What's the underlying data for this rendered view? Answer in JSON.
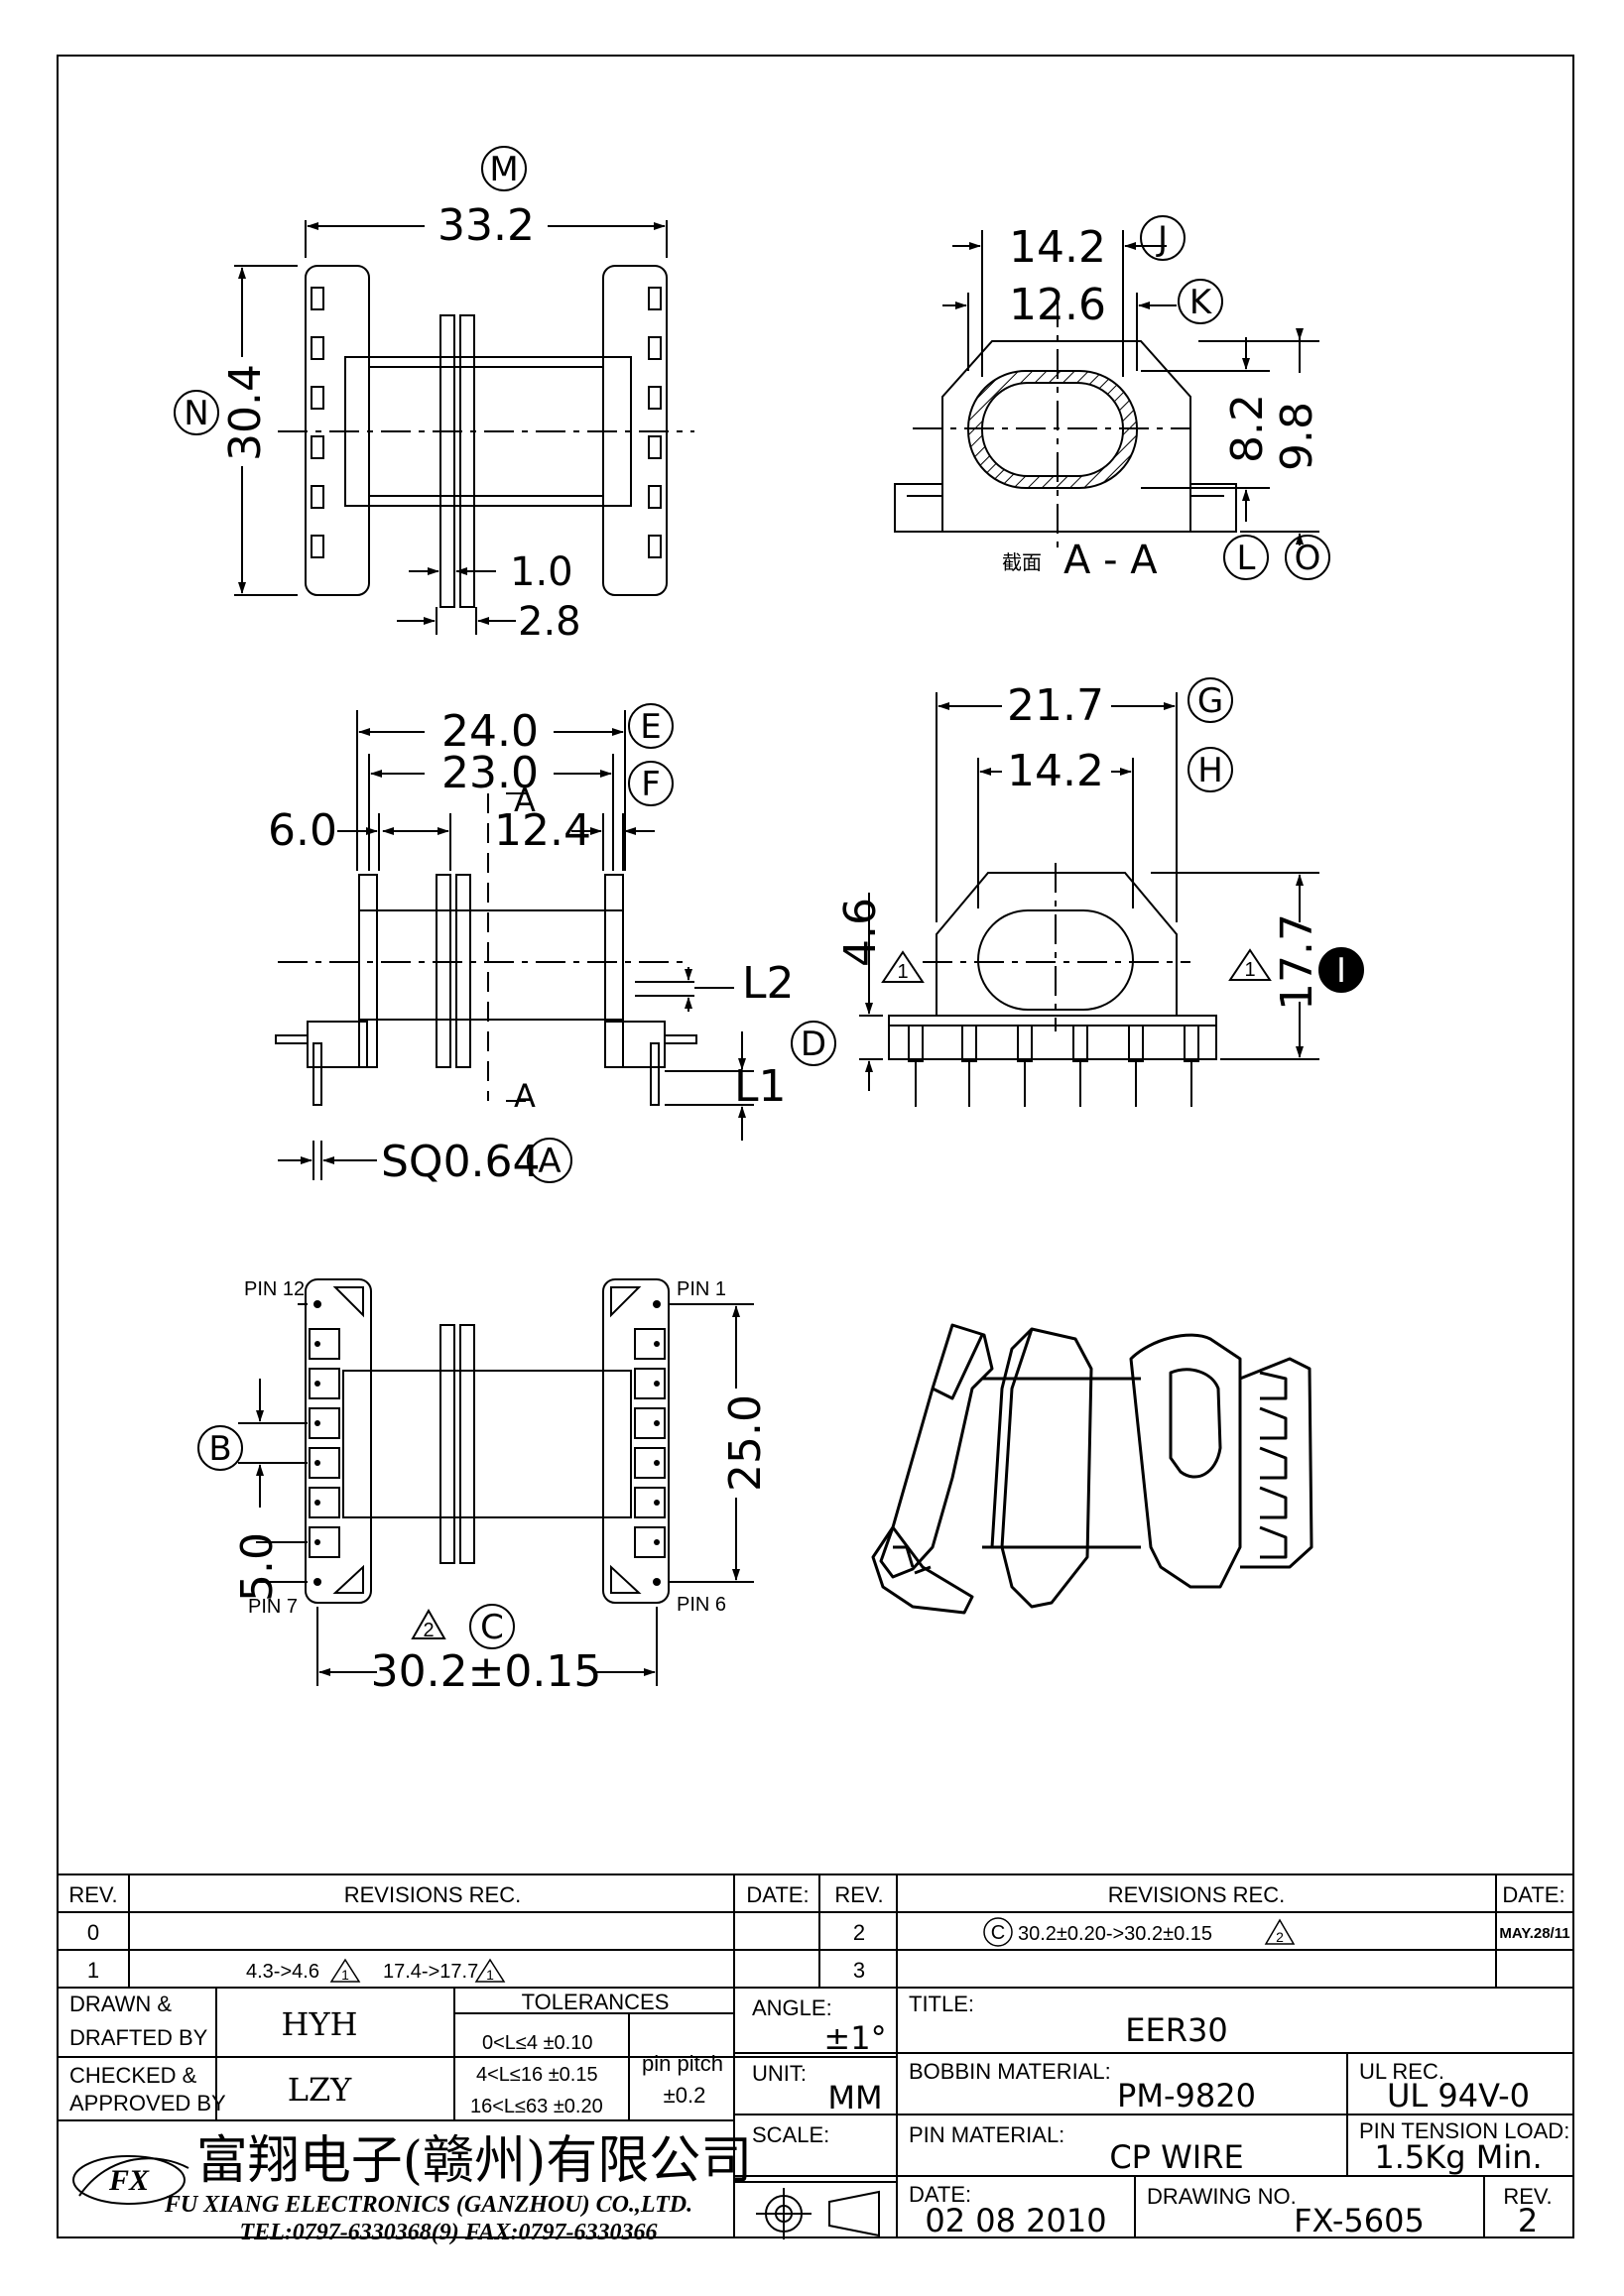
{
  "views": {
    "top": {
      "dim_width": "33.2",
      "dim_height": "30.4",
      "dim_flange_thk": "1.0",
      "dim_flange_gap": "2.8",
      "callout_width": "M",
      "callout_height": "N"
    },
    "section": {
      "dim_outer": "14.2",
      "dim_inner": "12.6",
      "dim_h_inner": "8.2",
      "dim_h_outer": "9.8",
      "callout_outer": "J",
      "callout_inner": "K",
      "callout_h_inner": "L",
      "callout_h_outer": "O",
      "section_label_cn": "截面",
      "section_label": "A - A"
    },
    "front": {
      "dim_overall": "24.0",
      "dim_body": "23.0",
      "dim_left": "6.0",
      "dim_right": "12.4",
      "dim_l2": "L2",
      "dim_l1": "L1",
      "dim_pin": "SQ0.64",
      "callout_overall": "E",
      "callout_body": "F",
      "callout_pin": "A",
      "callout_d": "D",
      "section_mark": "A"
    },
    "side": {
      "dim_overall": "21.7",
      "dim_window": "14.2",
      "dim_46": "4.6",
      "dim_height": "17.7",
      "callout_overall": "G",
      "callout_window": "H",
      "callout_height": "I",
      "rev_marker": "1"
    },
    "bottom": {
      "pin_12": "PIN 12",
      "pin_1": "PIN 1",
      "pin_7": "PIN 7",
      "pin_6": "PIN 6",
      "dim_pitch": "5.0",
      "dim_span": "25.0",
      "dim_row": "30.2±0.15",
      "callout_b": "B",
      "callout_c": "C",
      "rev_marker": "2"
    }
  },
  "revisions": {
    "header_rev": "REV.",
    "header_rec": "REVISIONS   REC.",
    "header_date": "DATE:",
    "rows": [
      {
        "rev": "0",
        "rec": "",
        "date": ""
      },
      {
        "rev": "1",
        "rec_a": "4.3->4.6",
        "rec_b": "17.4->17.7",
        "mark": "1",
        "date": ""
      }
    ],
    "rows_right": [
      {
        "rev": "2",
        "rec": "30.2±0.20->30.2±0.15",
        "circle": "C",
        "mark": "2",
        "date": "MAY.28/11"
      },
      {
        "rev": "3",
        "rec": "",
        "date": ""
      }
    ]
  },
  "title_block": {
    "drawn_label": "DRAWN &",
    "drafted_label": "DRAFTED BY",
    "drawn_by": "HYH",
    "checked_label": "CHECKED &",
    "approved_label": "APPROVED BY",
    "checked_by": "LZY",
    "tolerances_label": "TOLERANCES",
    "tol_1": "0<L≤4    ±0.10",
    "tol_2": "4<L≤16  ±0.15",
    "tol_3": "16<L≤63  ±0.20",
    "pin_pitch_label": "pin pitch",
    "pin_pitch_value": "±0.2",
    "angle_label": "ANGLE:",
    "angle_value": "±1°",
    "unit_label": "UNIT:",
    "unit_value": "MM",
    "scale_label": "SCALE:",
    "title_label": "TITLE:",
    "title_value": "EER30",
    "bobbin_label": "BOBBIN MATERIAL:",
    "bobbin_value": "PM-9820",
    "ul_label": "UL REC.",
    "ul_value": "UL 94V-0",
    "pin_mat_label": "PIN MATERIAL:",
    "pin_mat_value": "CP WIRE",
    "tension_label": "PIN TENSION LOAD:",
    "tension_value": "1.5Kg Min.",
    "date_label": "DATE:",
    "date_value": "02  08  2010",
    "drawing_label": "DRAWING NO.",
    "drawing_value": "FX-5605",
    "rev_label": "REV.",
    "rev_value": "2",
    "company_cn": "富翔电子(赣州)有限公司",
    "company_en": "FU XIANG ELECTRONICS (GANZHOU) CO.,LTD.",
    "contact": "TEL:0797-6330368(9)    FAX:0797-6330366",
    "logo_text": "FX"
  }
}
